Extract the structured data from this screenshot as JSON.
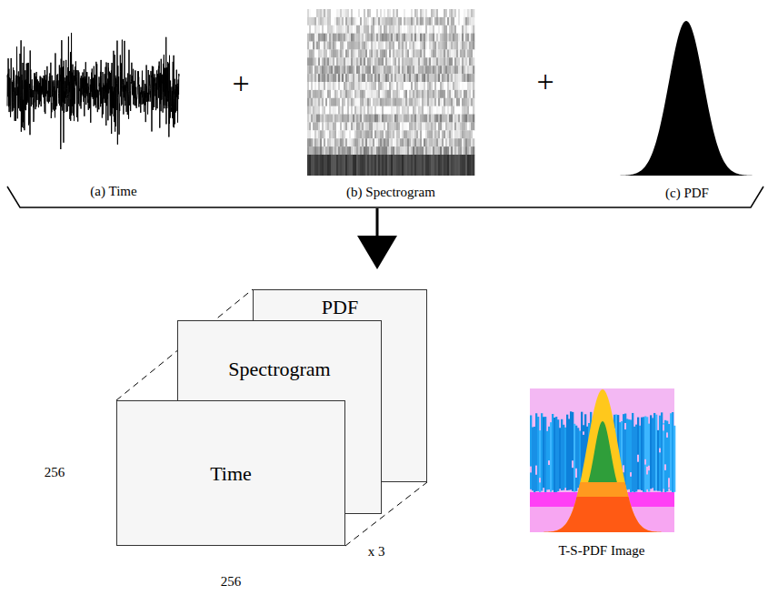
{
  "diagram": {
    "nodes": [
      {
        "text": [
          "PDF"
        ]
      },
      {
        "text": [
          "Spectrogram"
        ]
      },
      {
        "text": [
          "Time"
        ]
      }
    ],
    "labels": [
      "+",
      "+",
      "(a) Time",
      "(b) Spectrogram",
      "(c) PDF",
      "256",
      "256",
      "x 3",
      "T-S-PDF Image"
    ]
  }
}
